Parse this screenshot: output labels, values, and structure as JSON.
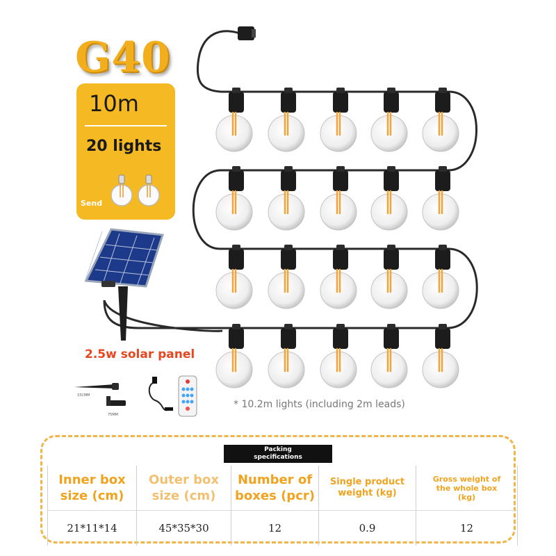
{
  "product": {
    "model": "G40",
    "length": "10m",
    "light_count": "20 lights",
    "send_label": "Send"
  },
  "solar_panel_label": "2.5w solar panel",
  "length_note": "* 10.2m lights (including 2m leads)",
  "accessories": {
    "stake_label": "15CMM",
    "bracket_label": "75MM",
    "items": [
      "ground-stake",
      "mounting-bracket",
      "usb-cable",
      "remote-control"
    ]
  },
  "strand": {
    "rows": 4,
    "bulbs_per_row": 5,
    "filament_color": "#f0a43a"
  },
  "packing": {
    "title_line1": "Packing",
    "title_line2": "specifications",
    "headers": [
      {
        "line1": "Inner box",
        "line2": "size (cm)"
      },
      {
        "line1": "Outer box",
        "line2": "size (cm)"
      },
      {
        "line1": "Number of",
        "line2": "boxes (pcr)"
      },
      {
        "line1": "Single product",
        "line2": "weight (kg)"
      },
      {
        "line1": "Gross weight of",
        "line2": "the whole box",
        "line3": "(kg)"
      }
    ],
    "values": [
      "21*11*14",
      "45*35*30",
      "12",
      "0.9",
      "12"
    ]
  },
  "colors": {
    "accent": "#f5b923",
    "title_gold": "#f2ae1c",
    "solar_label": "#e8461f",
    "frame": "#f0b546",
    "cable": "#2a2a2a"
  }
}
